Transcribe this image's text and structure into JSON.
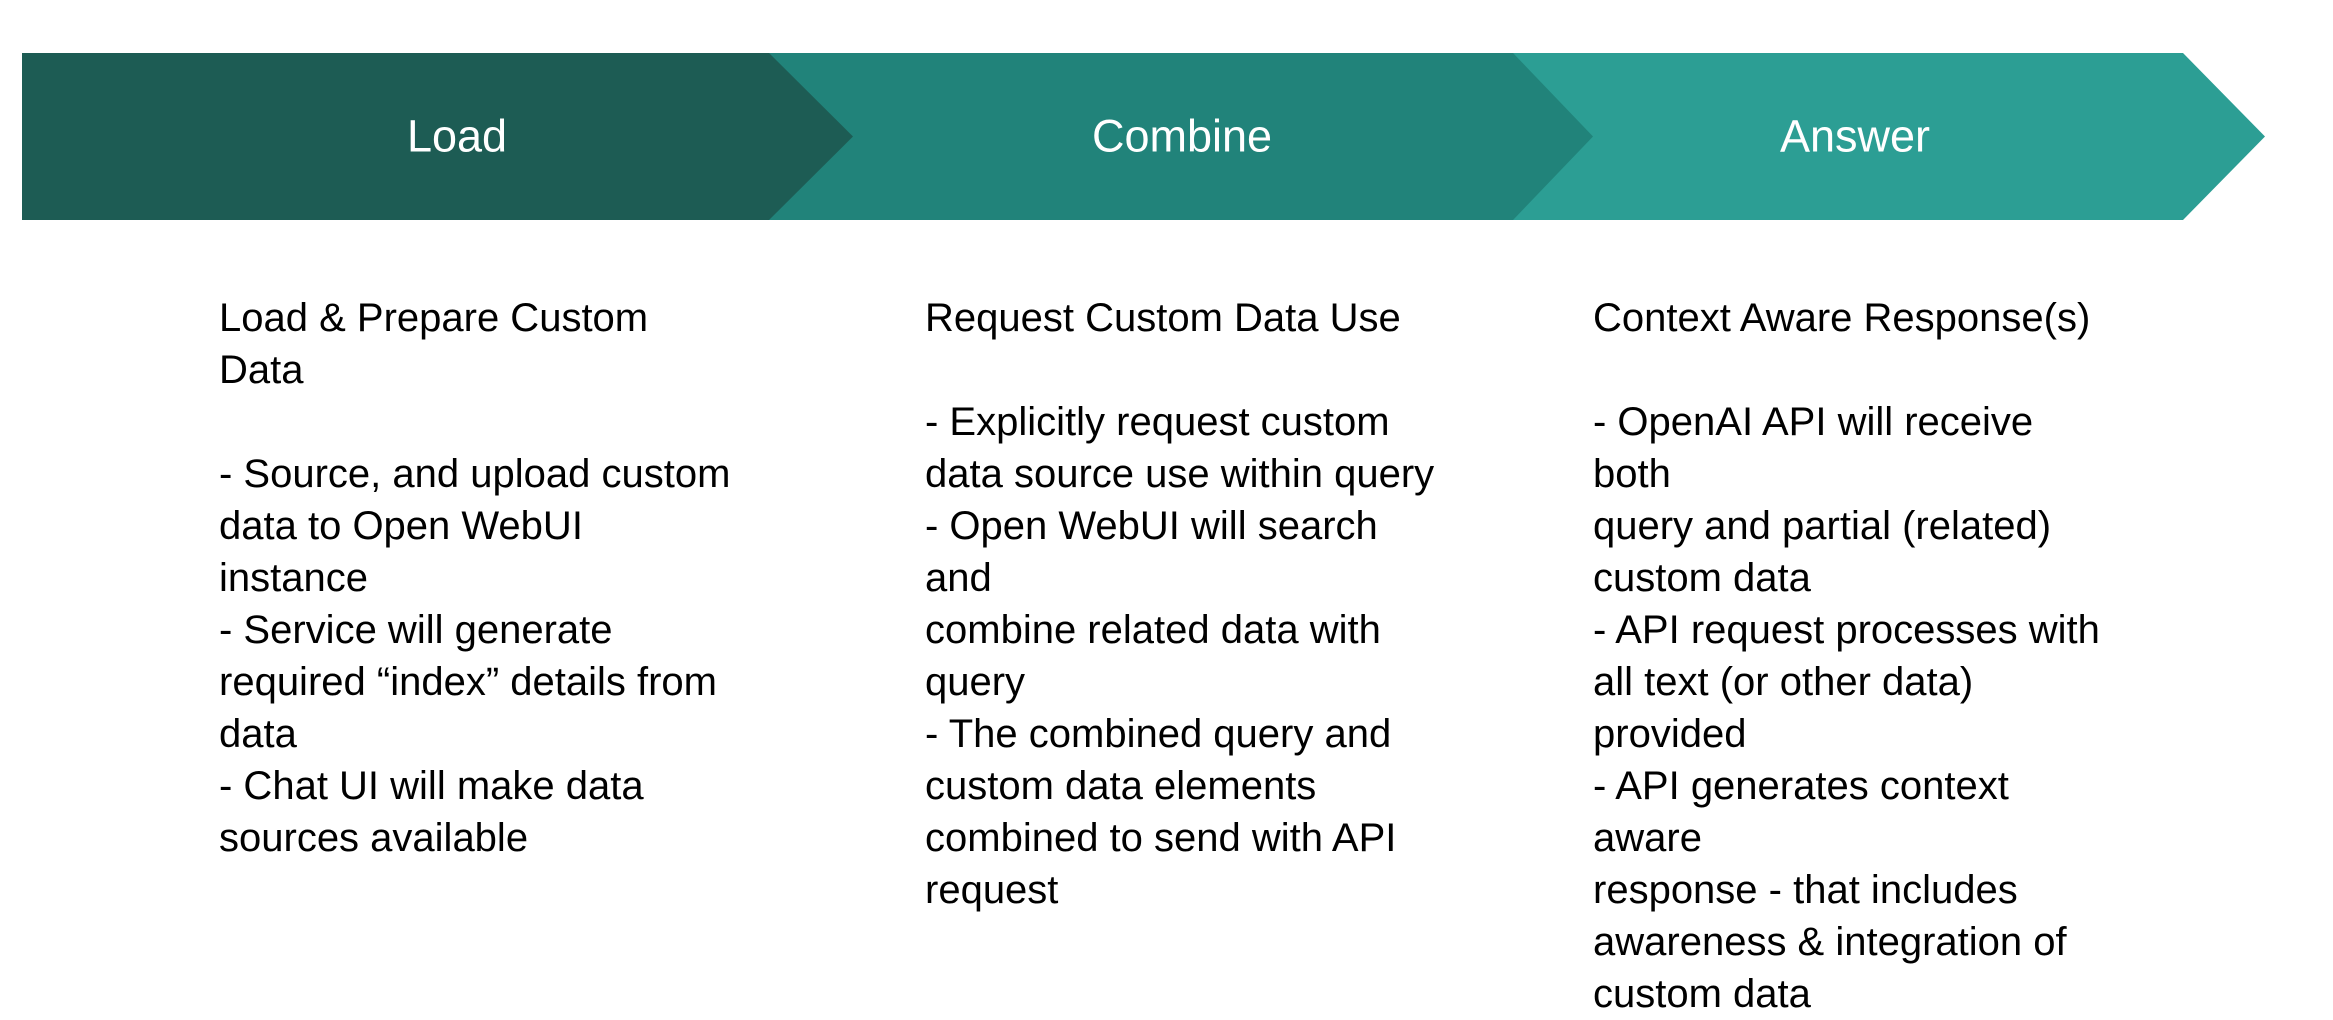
{
  "stages": [
    {
      "label": "Load",
      "color": "#1d5c54"
    },
    {
      "label": "Combine",
      "color": "#21837a"
    },
    {
      "label": "Answer",
      "color": "#2c9e94"
    }
  ],
  "columns": [
    {
      "heading": "Load & Prepare Custom Data",
      "bullets": [
        [
          "- Source, and upload custom",
          "data to Open WebUI instance"
        ],
        [
          "- Service will generate",
          "required “index” details from",
          "data"
        ],
        [
          "- Chat UI will make data",
          "sources available"
        ]
      ]
    },
    {
      "heading": "Request Custom Data Use",
      "bullets": [
        [
          "- Explicitly request custom",
          "data source use within query"
        ],
        [
          "- Open WebUI will search and",
          "combine related data with",
          "query"
        ],
        [
          "- The combined query and",
          "custom data elements",
          "combined to send with API",
          "request"
        ]
      ]
    },
    {
      "heading": "Context Aware Response(s)",
      "bullets": [
        [
          "- OpenAI API will receive both",
          "query and partial (related)",
          "custom data"
        ],
        [
          "- API request processes with",
          "all text (or other data)",
          "provided"
        ],
        [
          "- API generates context aware",
          "response - that includes",
          "awareness & integration of",
          "custom data"
        ]
      ]
    }
  ]
}
